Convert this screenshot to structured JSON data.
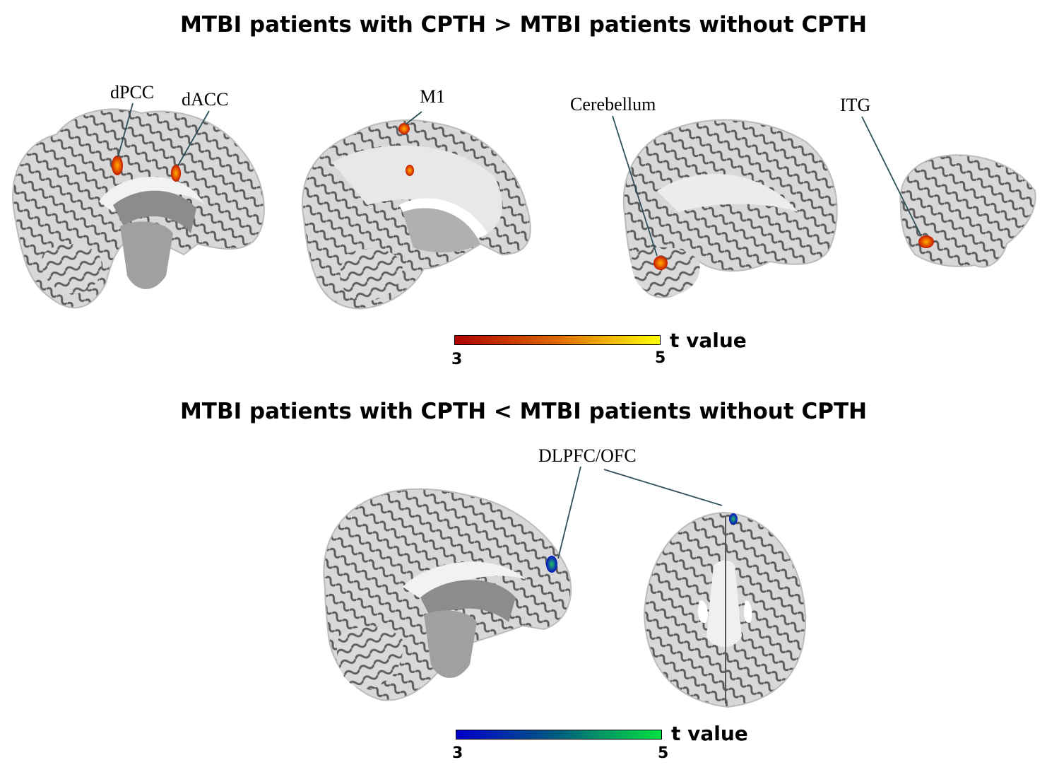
{
  "panels": [
    {
      "title": "MTBI patients with CPTH > MTBI patients without CPTH",
      "labels": [
        "dPCC",
        "dACC",
        "M1",
        "Cerebellum",
        "ITG"
      ],
      "colorbar": {
        "title": "t value",
        "min_label": "3",
        "max_label": "5",
        "min_color": "#b00000",
        "mid_color": "#e06a00",
        "max_color": "#ffff00"
      }
    },
    {
      "title": "MTBI patients with CPTH < MTBI patients without CPTH",
      "labels": [
        "DLPFC/OFC"
      ],
      "colorbar": {
        "title": "t value",
        "min_label": "3",
        "max_label": "5",
        "min_color": "#0000c8",
        "mid_color": "#006080",
        "max_color": "#00e040"
      }
    }
  ],
  "colors": {
    "leader_line": "#2f4f5a",
    "brain_fill": "#d4d4d4",
    "brain_dark": "#5a5a5a"
  }
}
